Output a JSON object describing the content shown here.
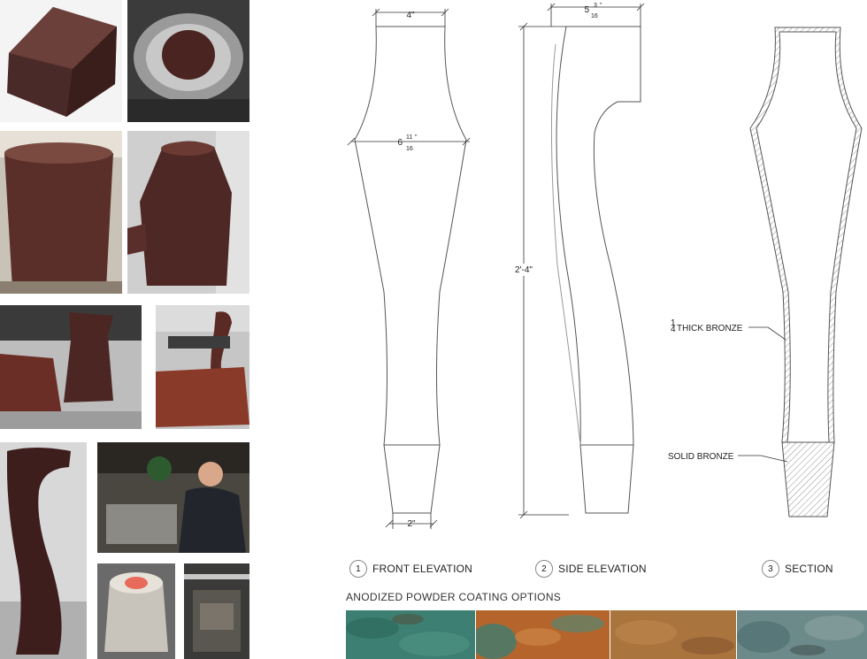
{
  "front_elevation": {
    "top_width": "4\"",
    "mid_width_whole": "6",
    "mid_width_num": "11",
    "mid_width_den": "16",
    "bottom_width": "2\""
  },
  "side_elevation": {
    "top_width_whole": "5",
    "top_width_num": "3",
    "top_width_den": "16",
    "height": "2'-4\""
  },
  "section": {
    "thick_label_num": "1",
    "thick_label_den": "4",
    "thick_label": "THICK BRONZE",
    "solid_label": "SOLID BRONZE"
  },
  "captions": [
    {
      "num": "1",
      "label": "FRONT ELEVATION"
    },
    {
      "num": "2",
      "label": "SIDE ELEVATION"
    },
    {
      "num": "3",
      "label": "SECTION"
    }
  ],
  "swatches": {
    "title": "ANODIZED POWDER COATING OPTIONS",
    "colors": [
      "#3d7f72",
      "#b5652c",
      "#a9743e",
      "#6d8a8a"
    ]
  }
}
